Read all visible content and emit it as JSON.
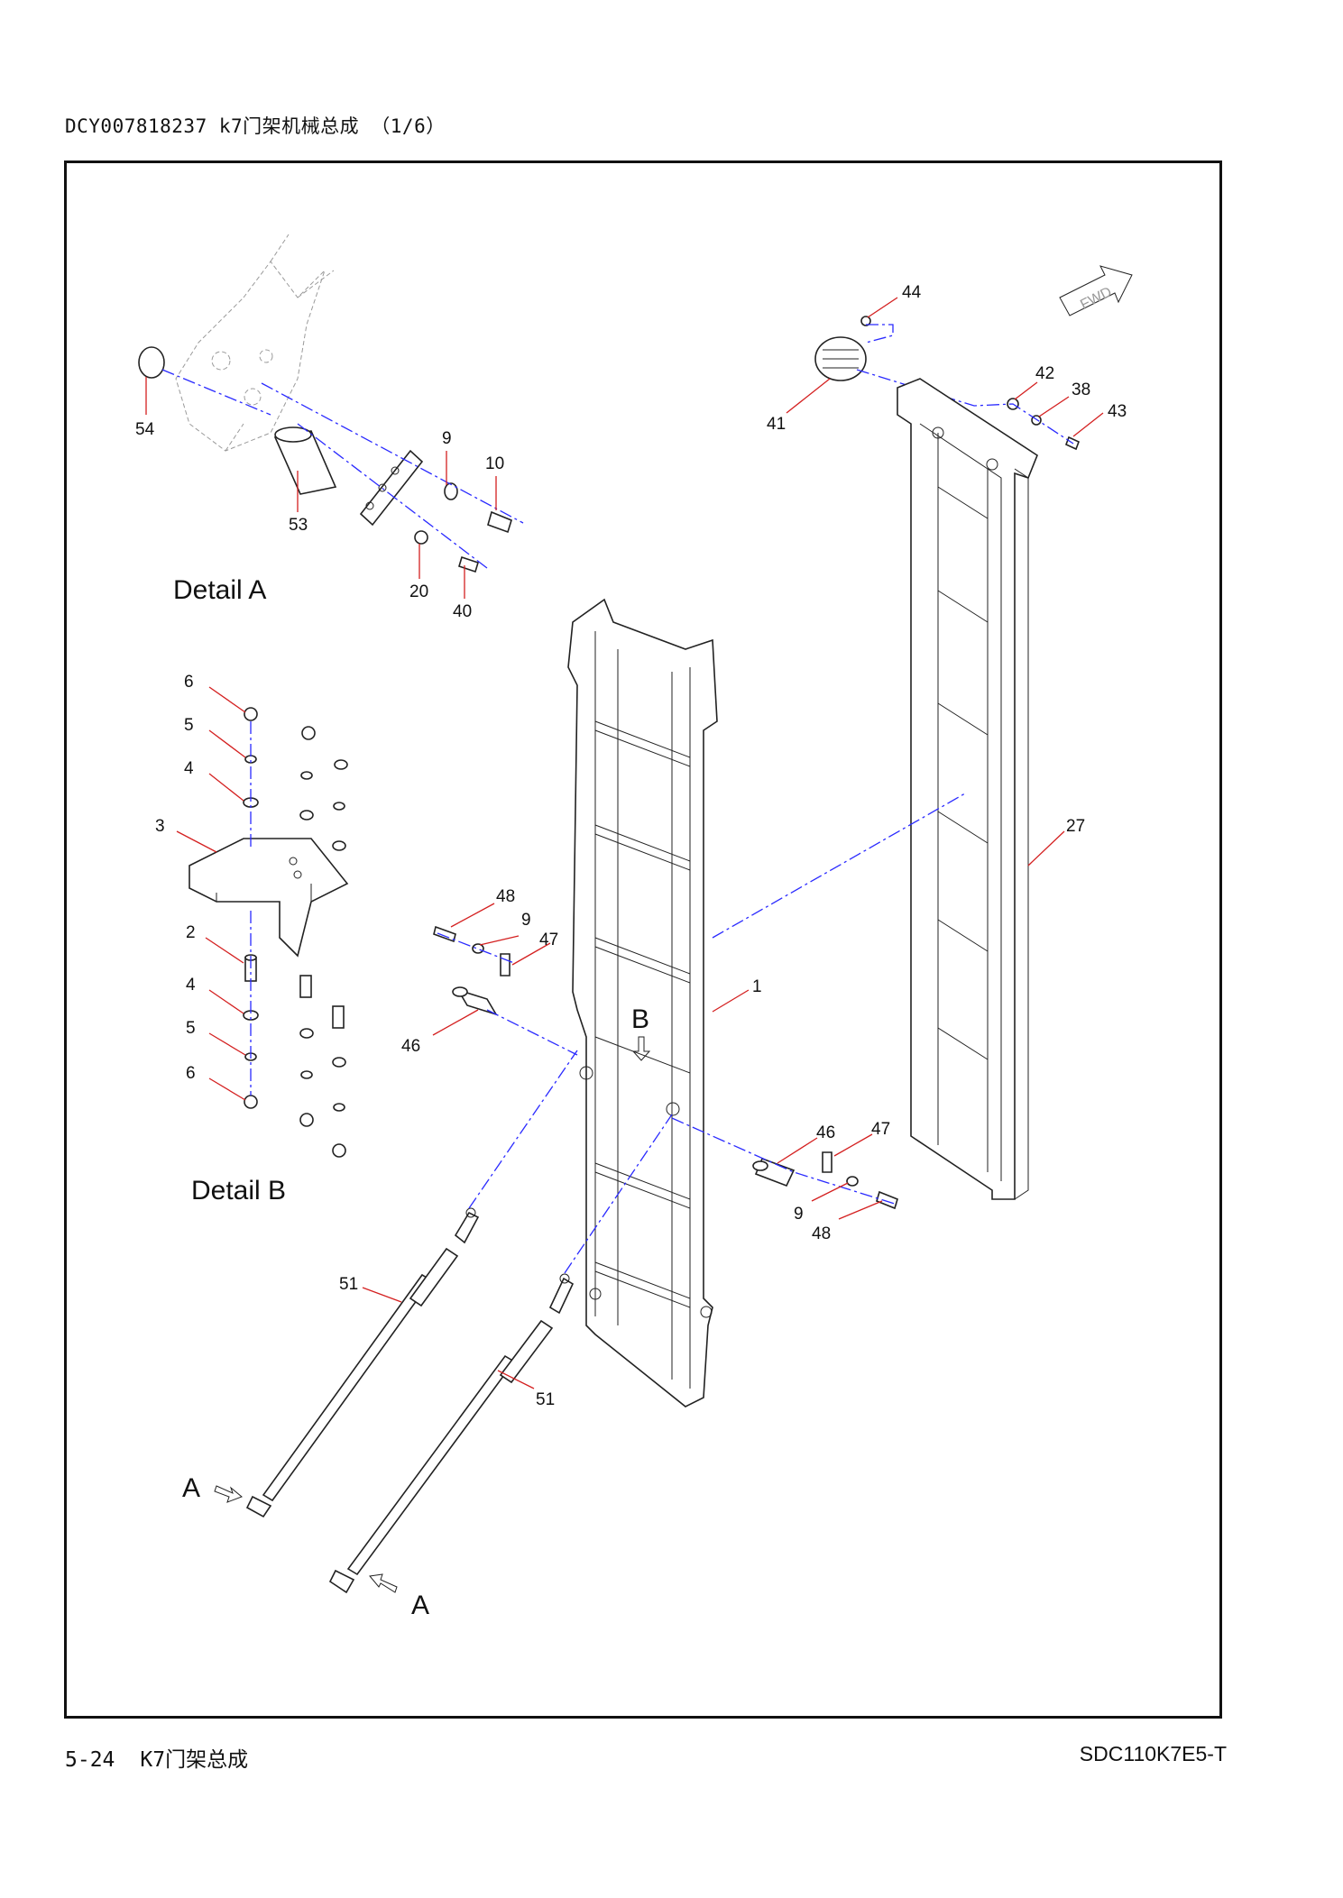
{
  "header": {
    "title": "DCY007818237  k7门架机械总成  （1/6）"
  },
  "footer": {
    "page": "5-24",
    "section": "K7门架总成",
    "model": "SDC110K7E5-T"
  },
  "details": {
    "a": "Detail A",
    "b": "Detail B"
  },
  "view_letters": {
    "a1": "A",
    "a2": "A",
    "b": "B",
    "fwd": "FWD"
  },
  "callouts": {
    "c54": "54",
    "c53": "53",
    "c9a": "9",
    "c10": "10",
    "c20": "20",
    "c40": "40",
    "c44": "44",
    "c41": "41",
    "c42": "42",
    "c38": "38",
    "c43": "43",
    "c6a": "6",
    "c5a": "5",
    "c4a": "4",
    "c3": "3",
    "c2": "2",
    "c4b": "4",
    "c5b": "5",
    "c6b": "6",
    "c27": "27",
    "c48a": "48",
    "c9b": "9",
    "c47a": "47",
    "c1": "1",
    "c46a": "46",
    "c46b": "46",
    "c47b": "47",
    "c9c": "9",
    "c48b": "48",
    "c51a": "51",
    "c51b": "51"
  }
}
